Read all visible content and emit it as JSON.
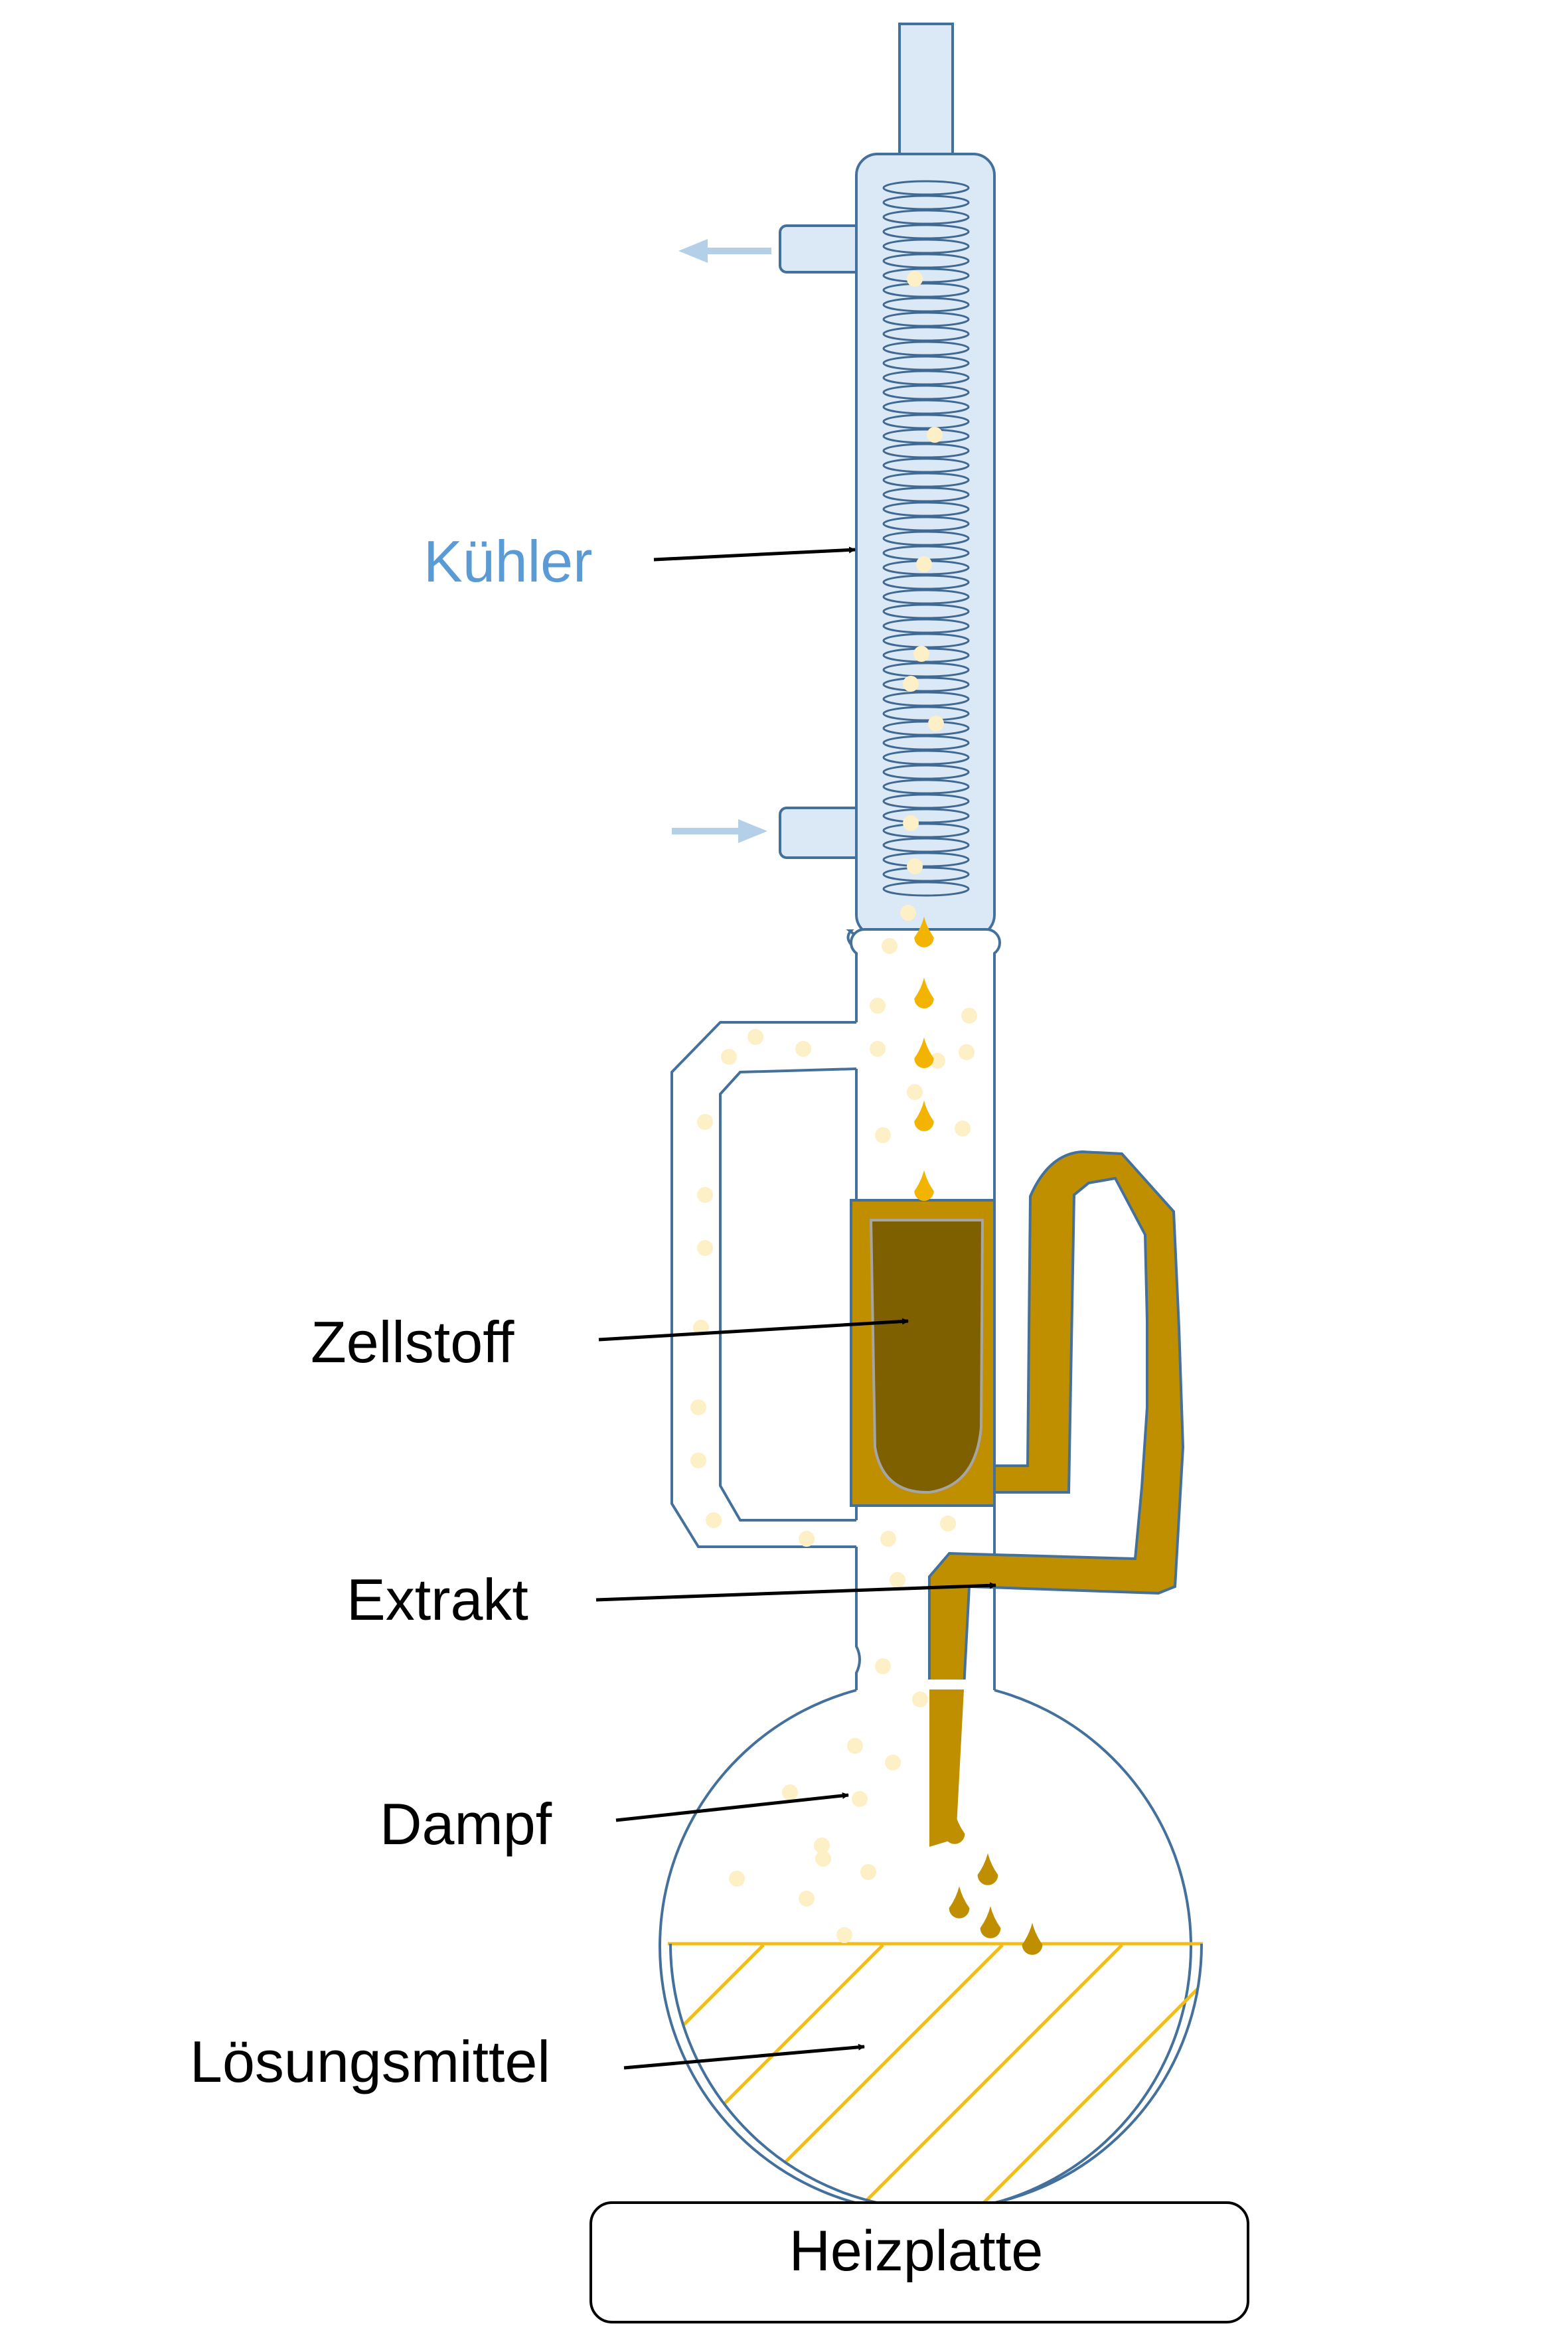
{
  "labels": {
    "cooler": "Kühler",
    "pulp": "Zellstoff",
    "extract": "Extrakt",
    "vapor": "Dampf",
    "solvent": "Lösungsmittel",
    "hotplate": "Heizplatte"
  },
  "colors": {
    "glass_outline": "#44709c",
    "cooler_fill": "#dbe8f5",
    "coil": "#3f6892",
    "flow_arrow": "#b4cfe8",
    "vapor_dot": "#fdefc6",
    "condensate_drop": "#f2b400",
    "extract": "#bf8f00",
    "pulp_dark": "#7f6000",
    "solvent_line": "#f0be1c",
    "label_blue": "#5b9bd5"
  },
  "icons": [
    "water-out-arrow-icon",
    "water-in-arrow-icon",
    "drop-icon"
  ]
}
